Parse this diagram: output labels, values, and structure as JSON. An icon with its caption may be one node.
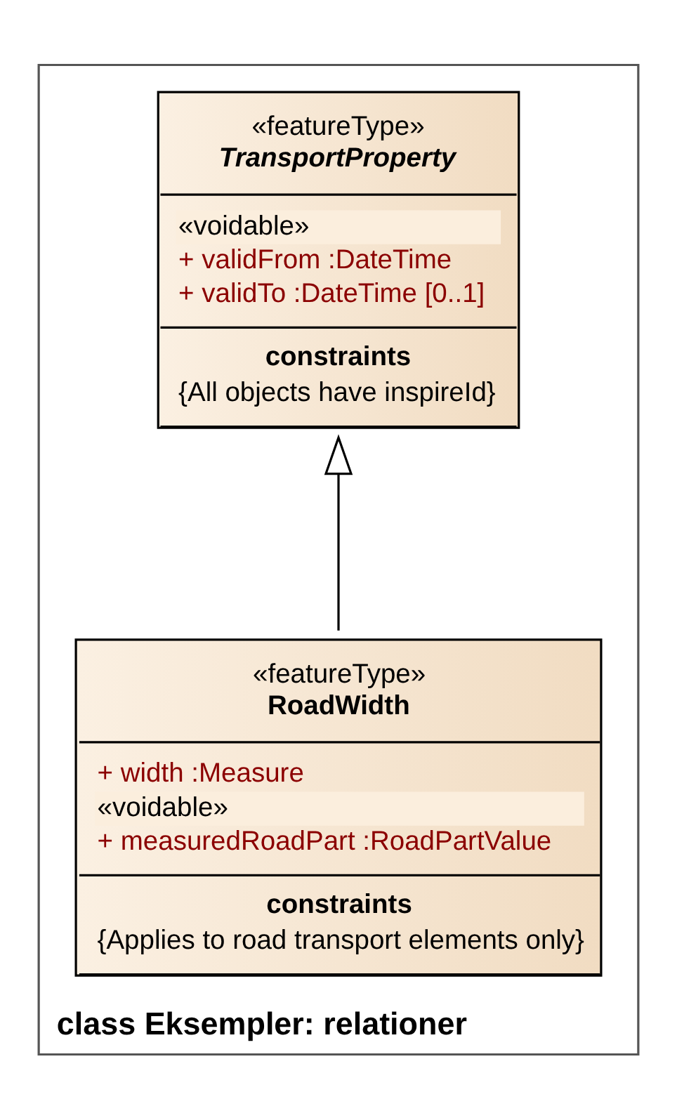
{
  "diagram": {
    "nodes": [
      {
        "text": [
          "class Eksempler: relationer"
        ]
      },
      {
        "text": [
          "«featureType»",
          "TransportProperty",
          "«voidable»",
          "+ validFrom :DateTime",
          "+ validTo :DateTime [0..1]",
          "constraints",
          "{All objects have inspireId}"
        ],
        "in": 0
      },
      {
        "text": [
          "«featureType»",
          "RoadWidth",
          "+ width :Measure",
          "«voidable»",
          "+ measuredRoadPart :RoadPartValue",
          "constraints",
          "{Applies to road transport elements only}"
        ],
        "in": 0
      }
    ],
    "edges": [
      {
        "from": 2,
        "to": 1,
        "arrow": "to"
      }
    ]
  }
}
